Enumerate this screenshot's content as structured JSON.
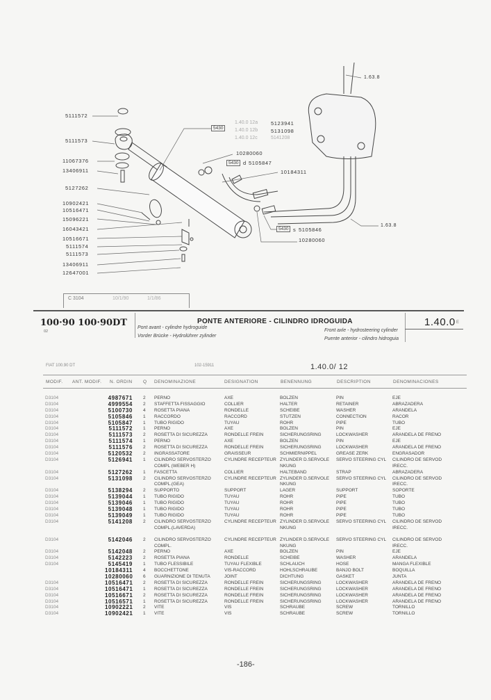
{
  "diagram": {
    "left_labels": [
      "5111572",
      "5111573",
      "11067376",
      "13406911",
      "5127262",
      "10902421",
      "10516471",
      "15096221",
      "16043421",
      "10516671",
      "5111574",
      "5111573",
      "13406911",
      "12647001"
    ],
    "top_box": "5430",
    "top_refs": [
      {
        "faint": "1.40.0 12a",
        "part": "5123941"
      },
      {
        "faint": "1.40.0 12b",
        "part": "5131098"
      },
      {
        "faint": "1.40.0 12c",
        "part": "5141208"
      }
    ],
    "gasket_top": "10280060",
    "fitting_top": {
      "box": "5430",
      "suffix": "d",
      "part": "5105847"
    },
    "banjo": "10184311",
    "fitting_bottom": {
      "box": "5430",
      "suffix": "s",
      "part": "5105846"
    },
    "gasket_bottom": "10280060",
    "ref_top": "1.63.8",
    "ref_right": "1.63.8",
    "stamp": {
      "code": "C 3104",
      "a": "10/1/90",
      "b": "1/1/86"
    }
  },
  "header": {
    "models": "100·90 100·90DT",
    "sub": "02",
    "title": "PONTE ANTERIORE - CILINDRO IDROGUIDA",
    "fr": "Pont avant - cylindre hydroguide",
    "de": "Vorder Brücke - Hydrolührer zylinder",
    "en": "Front axle - hydrosteering cylinder",
    "es": "Puente anterior - cilindro hidroguia",
    "code": "1.40.0",
    "code_suffix": "E"
  },
  "subheader": {
    "vehicle": "FIAT 100.90 DT",
    "ref": "102-15911",
    "table": "1.40.0/ 12"
  },
  "columns": [
    "MODIF.",
    "ANT. MODIF.",
    "N. ORDIN",
    "Q",
    "DENOMINAZIONE",
    "DESIGNATION",
    "BENENNUNG",
    "DESCRIPTION",
    "DENOMINACIONES"
  ],
  "rows": [
    {
      "m": "D3104",
      "n": "4987671",
      "q": "2",
      "it": "PERNO",
      "fr": "AXE",
      "de": "BOLZEN",
      "en": "PIN",
      "es": "EJE"
    },
    {
      "m": "D3104",
      "n": "4999554",
      "q": "2",
      "it": "STAFFETTA FISSAGGIO",
      "fr": "COLLIER",
      "de": "HALTER",
      "en": "RETAINER",
      "es": "ABRAZADERA"
    },
    {
      "m": "D3104",
      "n": "5100730",
      "q": "4",
      "it": "ROSETTA PIANA",
      "fr": "RONDELLE",
      "de": "SCHEIBE",
      "en": "WASHER",
      "es": "ARANDELA"
    },
    {
      "m": "D3104",
      "n": "5105846",
      "q": "1",
      "it": "RACCORDO",
      "fr": "RACCORD",
      "de": "STUTZEN",
      "en": "CONNECTION",
      "es": "RACOR"
    },
    {
      "m": "D3104",
      "n": "5105847",
      "q": "1",
      "it": "TUBO RIGIDO",
      "fr": "TUYAU",
      "de": "ROHR",
      "en": "PIPE",
      "es": "TUBO"
    },
    {
      "m": "D3104",
      "n": "5111572",
      "q": "1",
      "it": "PERNO",
      "fr": "AXE",
      "de": "BOLZEN",
      "en": "PIN",
      "es": "EJE"
    },
    {
      "m": "D3104",
      "n": "5111573",
      "q": "2",
      "it": "ROSETTA DI SICUREZZA",
      "fr": "RONDELLE FREIN",
      "de": "SICHERUNGSRING",
      "en": "LOCKWASHER",
      "es": "ARANDELA DE FRENO"
    },
    {
      "m": "D3104",
      "n": "5111574",
      "q": "1",
      "it": "PERNO",
      "fr": "AXE",
      "de": "BOLZEN",
      "en": "PIN",
      "es": "EJE"
    },
    {
      "m": "D3104",
      "n": "5111576",
      "q": "2",
      "it": "ROSETTA DI SICUREZZA",
      "fr": "RONDELLE FREIN",
      "de": "SICHERUNGSRING",
      "en": "LOCKWASHER",
      "es": "ARANDELA DE FRENO"
    },
    {
      "m": "D3104",
      "n": "5120532",
      "q": "2",
      "it": "INGRASSATORE",
      "fr": "GRAISSEUR",
      "de": "SCHMIERNIPPEL",
      "en": "GREASE ZERK",
      "es": "ENGRASADOR"
    },
    {
      "m": "D3104",
      "n": "5126941",
      "q": "1",
      "it": "CILINDRO SERVOSTERZO",
      "it2": "COMPL (WEBER H)",
      "fr": "CYLINDRE RECEPTEUR",
      "de": "ZYLINDER D.SERVOLE",
      "de2": "NKUNG",
      "en": "SERVO STEERING CYL",
      "es": "CILINDRO DE SERVOD",
      "es2": "IRECC."
    },
    {
      "m": "D3104",
      "n": "5127262",
      "q": "1",
      "it": "FASCETTA",
      "fr": "COLLIER",
      "de": "HALTEBAND",
      "en": "STRAP",
      "es": "ABRAZADERA"
    },
    {
      "m": "D3104",
      "n": "5131098",
      "q": "2",
      "it": "CILINDRO SERVOSTERZO",
      "it2": "COMPL.(GEA)",
      "fr": "CYLINDRE RECEPTEUR",
      "de": "ZYLINDER D.SERVOLE",
      "de2": "NKUNG",
      "en": "SERVO STEERING CYL",
      "es": "CILINDRO DE SERVOD",
      "es2": "IRECC."
    },
    {
      "m": "D3104",
      "n": "5138294",
      "q": "2",
      "it": "SUPPORTO",
      "fr": "SUPPORT",
      "de": "LAGER",
      "en": "SUPPORT",
      "es": "SOPORTE"
    },
    {
      "m": "D3104",
      "n": "5139044",
      "q": "1",
      "it": "TUBO RIGIDO",
      "fr": "TUYAU",
      "de": "ROHR",
      "en": "PIPE",
      "es": "TUBO"
    },
    {
      "m": "D3104",
      "n": "5139046",
      "q": "1",
      "it": "TUBO RIGIDO",
      "fr": "TUYAU",
      "de": "ROHR",
      "en": "PIPE",
      "es": "TUBO"
    },
    {
      "m": "D3104",
      "n": "5139048",
      "q": "1",
      "it": "TUBO RIGIDO",
      "fr": "TUYAU",
      "de": "ROHR",
      "en": "PIPE",
      "es": "TUBO"
    },
    {
      "m": "D3104",
      "n": "5139049",
      "q": "1",
      "it": "TUBO RIGIDO",
      "fr": "TUYAU",
      "de": "ROHR",
      "en": "PIPE",
      "es": "TUBO"
    },
    {
      "m": "D3104",
      "n": "5141208",
      "q": "2",
      "it": "CILINDRO SERVOSTERZO",
      "it2": "COMPL.(LAVERDA)",
      "fr": "CYLINDRE RECEPTEUR",
      "de": "ZYLINDER D.SERVOLE",
      "de2": "NKUNG",
      "en": "SERVO STEERING CYL",
      "es": "CILINDRO DE SERVOD",
      "es2": "IRECC."
    },
    {
      "m": "D3104",
      "n": "5142046",
      "q": "2",
      "it": "CILINDRO SERVOSTERZO",
      "it2": "COMPL.",
      "fr": "CYLINDRE RECEPTEUR",
      "de": "ZYLINDER D.SERVOLE",
      "de2": "NKUNG",
      "en": "SERVO STEERING CYL",
      "es": "CILINDRO DE SERVOD",
      "es2": "IRECC.",
      "gap": true
    },
    {
      "m": "D3104",
      "n": "5142048",
      "q": "2",
      "it": "PERNO",
      "fr": "AXE",
      "de": "BOLZEN",
      "en": "PIN",
      "es": "EJE"
    },
    {
      "m": "D3104",
      "n": "5142223",
      "q": "2",
      "it": "ROSETTA PIANA",
      "fr": "RONDELLE",
      "de": "SCHEIBE",
      "en": "WASHER",
      "es": "ARANDELA"
    },
    {
      "m": "D3104",
      "n": "5145419",
      "q": "1",
      "it": "TUBO FLESSIBILE",
      "fr": "TUYAU FLEXIBLE",
      "de": "SCHLAUCH",
      "en": "HOSE",
      "es": "MANGA FLEXIBLE"
    },
    {
      "m": "",
      "n": "10184311",
      "q": "4",
      "it": "BOCCHETTONE",
      "fr": "VIS-RACCORD",
      "de": "HOHLSCHRAUBE",
      "en": "BANJO BOLT",
      "es": "BOQUILLA"
    },
    {
      "m": "",
      "n": "10280060",
      "q": "6",
      "it": "GUARNIZIONE DI TENUTA",
      "fr": "JOINT",
      "de": "DICHTUNG",
      "en": "GASKET",
      "es": "JUNTA"
    },
    {
      "m": "D3104",
      "n": "10516471",
      "q": "2",
      "it": "ROSETTA DI SICUREZZA",
      "fr": "RONDELLE FREIN",
      "de": "SICHERUNGSRING",
      "en": "LOCKWASHER",
      "es": "ARANDELA DE FRENO"
    },
    {
      "m": "D3104",
      "n": "10516471",
      "q": "1",
      "it": "ROSETTA DI SICUREZZA",
      "fr": "RONDELLE FREIN",
      "de": "SICHERUNGSRING",
      "en": "LOCKWASHER",
      "es": "ARANDELA DE FRENO"
    },
    {
      "m": "D3104",
      "n": "10516671",
      "q": "2",
      "it": "ROSETTA DI SICUREZZA",
      "fr": "RONDELLE FREIN",
      "de": "SICHERUNGSRING",
      "en": "LOCKWASHER",
      "es": "ARANDELA DE FRENO"
    },
    {
      "m": "D3104",
      "n": "10516571",
      "q": "1",
      "it": "ROSETTA DI SICUREZZA",
      "fr": "RONDELLE FREIN",
      "de": "SICHERUNGSRING",
      "en": "LOCKWASHER",
      "es": "ARANDELA DE FRENO"
    },
    {
      "m": "D3104",
      "n": "10902221",
      "q": "2",
      "it": "VITE",
      "fr": "VIS",
      "de": "SCHRAUBE",
      "en": "SCREW",
      "es": "TORNILLO"
    },
    {
      "m": "D3104",
      "n": "10902421",
      "q": "1",
      "it": "VITE",
      "fr": "VIS",
      "de": "SCHRAUBE",
      "en": "SCREW",
      "es": "TORNILLO"
    }
  ],
  "footer": {
    "page": "-186-"
  }
}
